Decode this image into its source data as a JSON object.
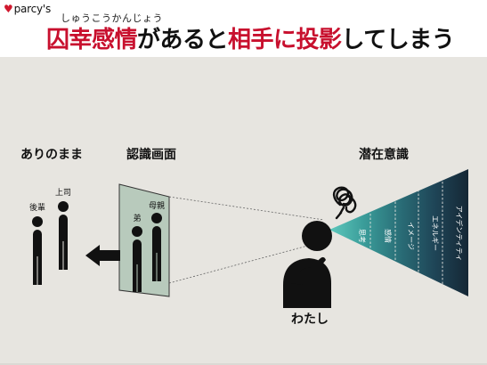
{
  "brand": {
    "name": "parcy's"
  },
  "header": {
    "ruby": "しゅうこうかんじょう",
    "title_part1": "囚幸感情",
    "title_part2": "があると",
    "title_part3": "相手に投影",
    "title_part4": "してしまう"
  },
  "diagram": {
    "label_reality": "ありのまま",
    "label_recognition": "認識画面",
    "label_subconscious": "潜在意識",
    "label_me": "わたし",
    "person_boss": "上司",
    "person_senior": "後輩",
    "person_mother": "母親",
    "person_brother": "弟",
    "cone_labels": [
      "思考",
      "感情",
      "イメージ",
      "エネルギー",
      "アイデンティティ"
    ]
  },
  "colors": {
    "accent_red": "#c8102e",
    "panel_bg": "#e7e5e0",
    "screen_fill": "#b7c9bb",
    "cone_teal": "#4fc0b4",
    "cone_dark": "#152735",
    "figure": "#111111"
  }
}
